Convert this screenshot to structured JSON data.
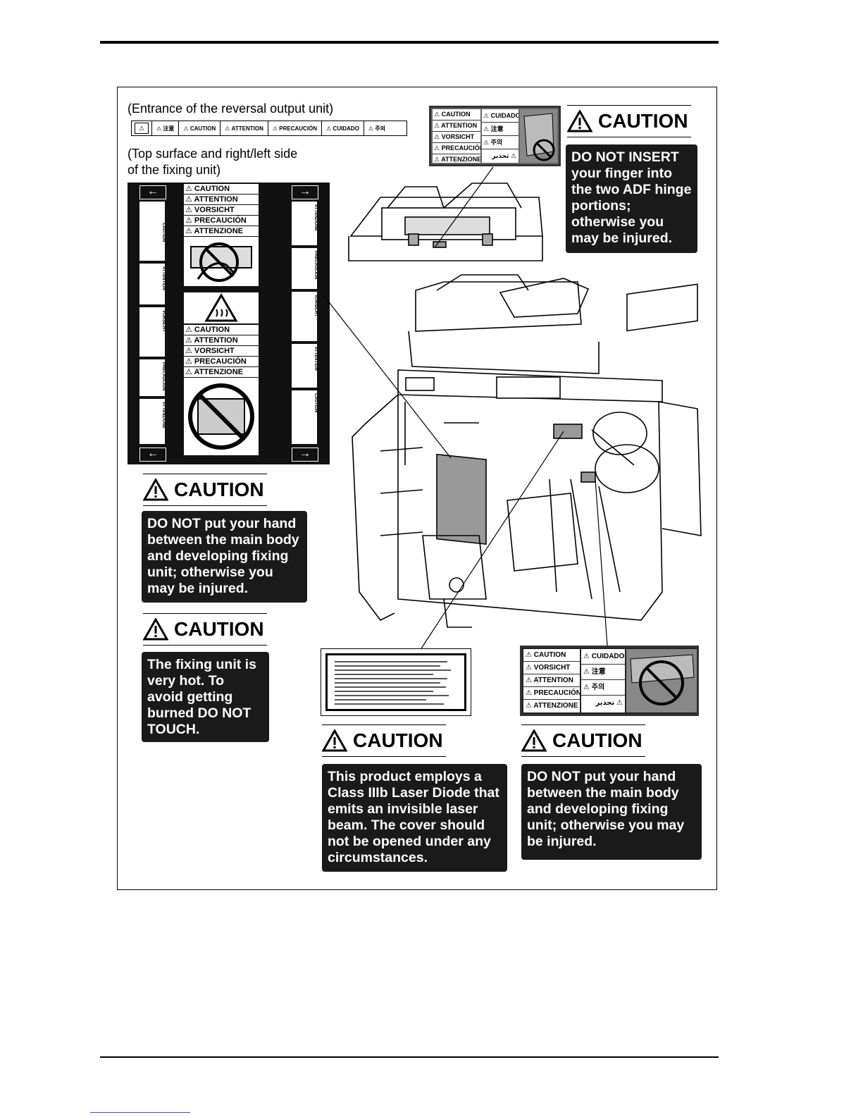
{
  "captions": {
    "reversal": "(Entrance of the reversal output unit)",
    "fixing_line1": "(Top surface and right/left side",
    "fixing_line2": "of the fixing unit)"
  },
  "strip_label": {
    "cells": [
      "注意",
      "CAUTION",
      "ATTENTION",
      "PRECAUCIÓN",
      "CUIDADO",
      "주의"
    ]
  },
  "fixing_label": {
    "upper_words": [
      "CAUTION",
      "ATTENTION",
      "VORSICHT",
      "PRECAUCIÓN",
      "ATTENZIONE"
    ],
    "lower_words": [
      "CAUTION",
      "ATTENTION",
      "VORSICHT",
      "PRECAUCIÓN",
      "ATTENZIONE"
    ],
    "left_col": [
      "CAUTION",
      "ATTENTION",
      "VORSICHT",
      "PRECAUCIÓN",
      "ATTENZIONE"
    ],
    "right_col": [
      "ATTENZIONE",
      "PRECAUCIÓN",
      "VORSICHT",
      "ATTENTION",
      "CAUTION"
    ],
    "arrow_left": "←",
    "arrow_right": "→"
  },
  "adf_label": {
    "left": [
      "CAUTION",
      "ATTENTION",
      "VORSICHT",
      "PRECAUCIÓN",
      "ATTENZIONE"
    ],
    "right": [
      "CUIDADO",
      "注意",
      "주의",
      "تحذير"
    ]
  },
  "lr_label": {
    "left": [
      "CAUTION",
      "VORSICHT",
      "ATTENTION",
      "PRECAUCIÓN",
      "ATTENZIONE"
    ],
    "right": [
      "CUIDADO",
      "注意",
      "주의",
      "تحذير"
    ]
  },
  "cautions": {
    "word": "CAUTION",
    "adf": "DO NOT INSERT your finger into the two ADF hinge portions; otherwise you may be injured.",
    "hand_left": "DO NOT put your hand between the main body and developing fixing unit; otherwise you may be injured.",
    "hot": "The fixing unit is very hot. To avoid getting burned DO NOT TOUCH.",
    "laser": "This product employs a Class IIIb Laser Diode that emits an invisible laser beam. The cover should not be opened under any circumstances.",
    "hand_right": "DO NOT put your hand between the main body and developing fixing unit; otherwise you may be injured."
  }
}
